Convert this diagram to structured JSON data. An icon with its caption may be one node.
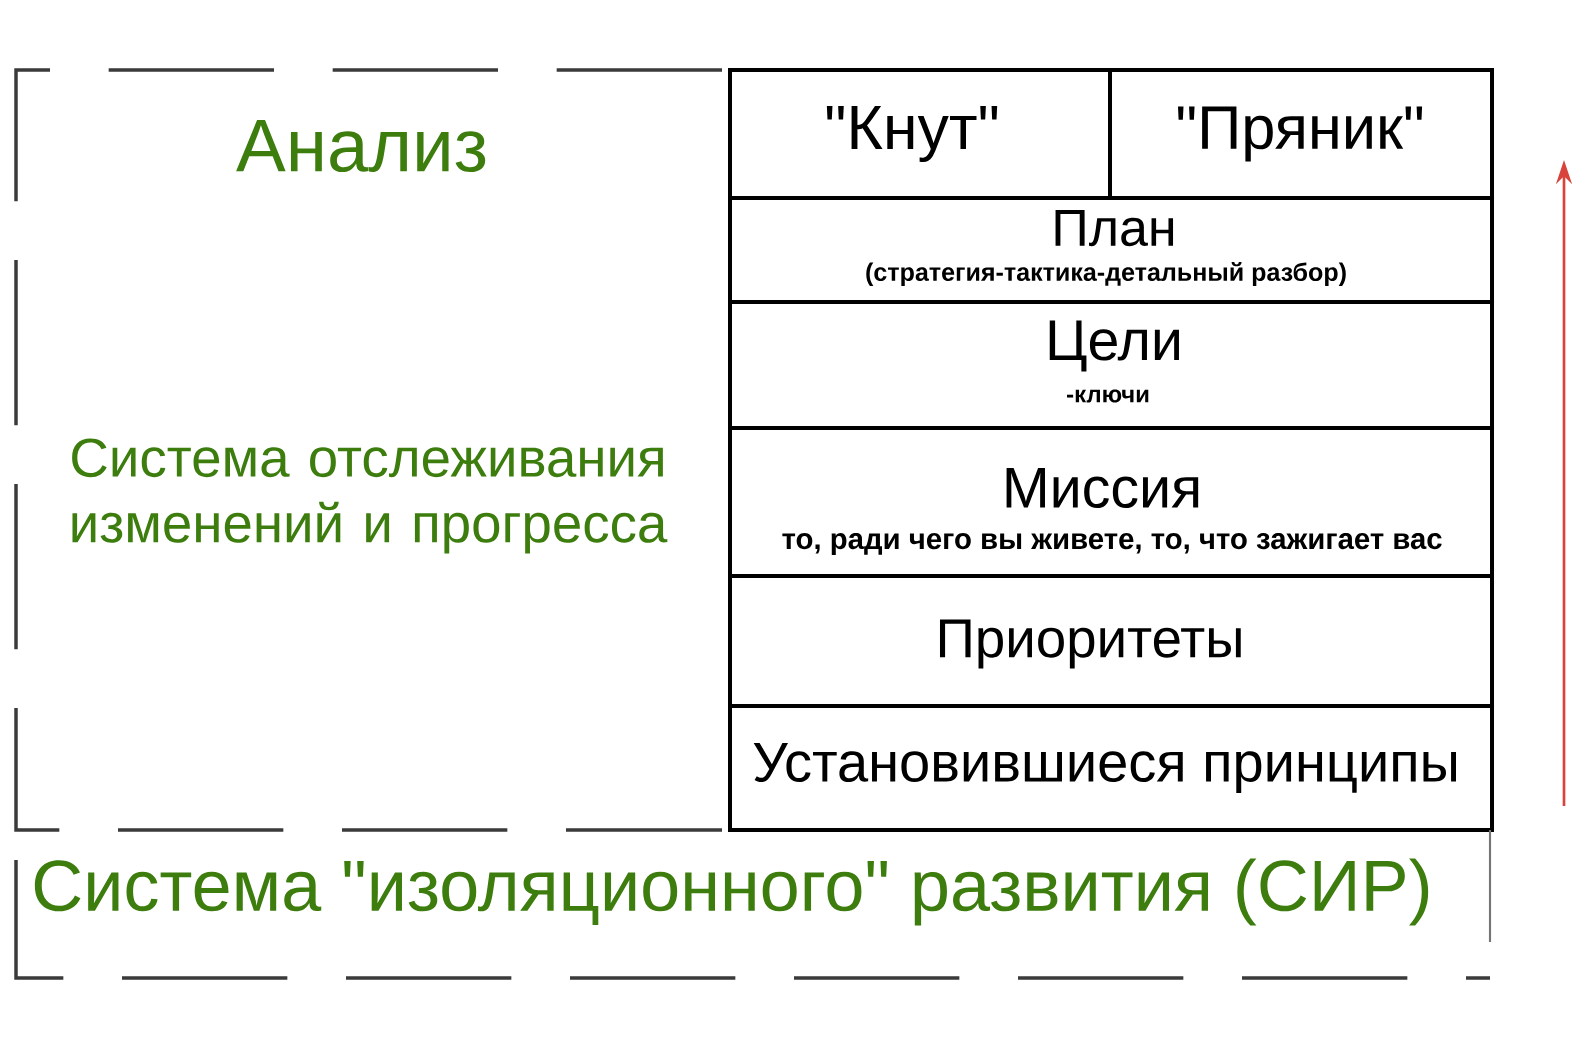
{
  "diagram": {
    "nodes": [
      {
        "text": [
          "Анализ",
          "Система отслеживания изменений и прогресса"
        ]
      },
      {
        "text": [
          "\"Кнут\""
        ]
      },
      {
        "text": [
          "\"Пряник\""
        ]
      },
      {
        "text": [
          "План",
          "(стратегия-тактика-детальный разбор)"
        ]
      },
      {
        "text": [
          "Цели",
          "-ключи"
        ]
      },
      {
        "text": [
          "Миссия",
          "то, ради чего вы живете, то, что зажигает вас"
        ]
      },
      {
        "text": [
          "Приоритеты"
        ]
      },
      {
        "text": [
          "Установившиеся принципы"
        ]
      },
      {
        "text": [
          "Система \"изоляционного\" развития (СИР)"
        ]
      }
    ]
  }
}
